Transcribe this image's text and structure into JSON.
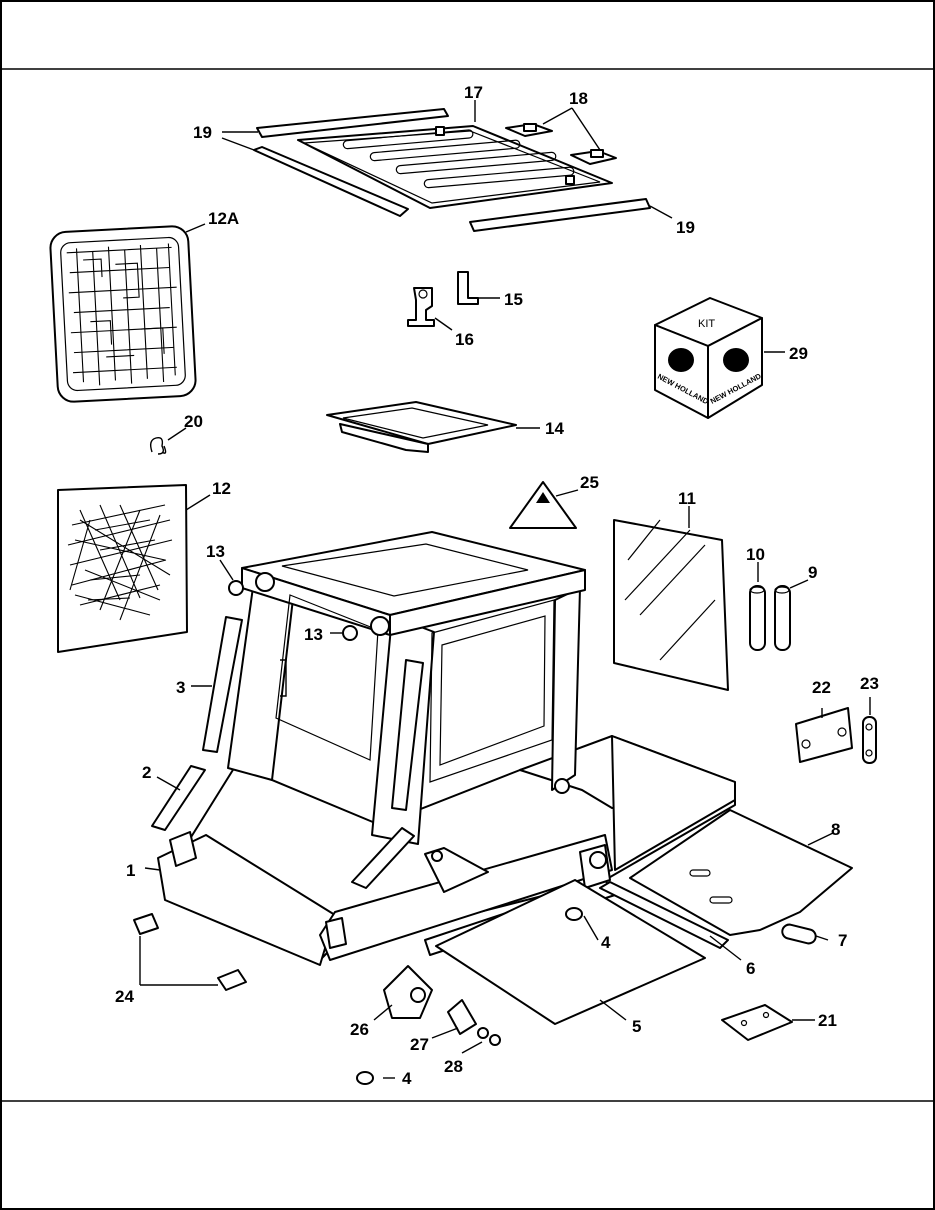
{
  "diagram": {
    "callouts": [
      {
        "id": "c1",
        "label": "1"
      },
      {
        "id": "c2",
        "label": "2"
      },
      {
        "id": "c3",
        "label": "3"
      },
      {
        "id": "c4a",
        "label": "4"
      },
      {
        "id": "c4b",
        "label": "4"
      },
      {
        "id": "c5",
        "label": "5"
      },
      {
        "id": "c6",
        "label": "6"
      },
      {
        "id": "c7",
        "label": "7"
      },
      {
        "id": "c8",
        "label": "8"
      },
      {
        "id": "c9",
        "label": "9"
      },
      {
        "id": "c10",
        "label": "10"
      },
      {
        "id": "c11",
        "label": "11"
      },
      {
        "id": "c12",
        "label": "12"
      },
      {
        "id": "c12a",
        "label": "12A"
      },
      {
        "id": "c13a",
        "label": "13"
      },
      {
        "id": "c13b",
        "label": "13"
      },
      {
        "id": "c14",
        "label": "14"
      },
      {
        "id": "c15",
        "label": "15"
      },
      {
        "id": "c16",
        "label": "16"
      },
      {
        "id": "c17",
        "label": "17"
      },
      {
        "id": "c18",
        "label": "18"
      },
      {
        "id": "c19a",
        "label": "19"
      },
      {
        "id": "c19b",
        "label": "19"
      },
      {
        "id": "c20",
        "label": "20"
      },
      {
        "id": "c21",
        "label": "21"
      },
      {
        "id": "c22",
        "label": "22"
      },
      {
        "id": "c23",
        "label": "23"
      },
      {
        "id": "c24",
        "label": "24"
      },
      {
        "id": "c25",
        "label": "25"
      },
      {
        "id": "c26",
        "label": "26"
      },
      {
        "id": "c27",
        "label": "27"
      },
      {
        "id": "c28",
        "label": "28"
      },
      {
        "id": "c29",
        "label": "29"
      }
    ],
    "kit_box": {
      "top_label": "KIT",
      "brand_left": "NEW HOLLAND",
      "brand_right": "NEW HOLLAND"
    }
  }
}
